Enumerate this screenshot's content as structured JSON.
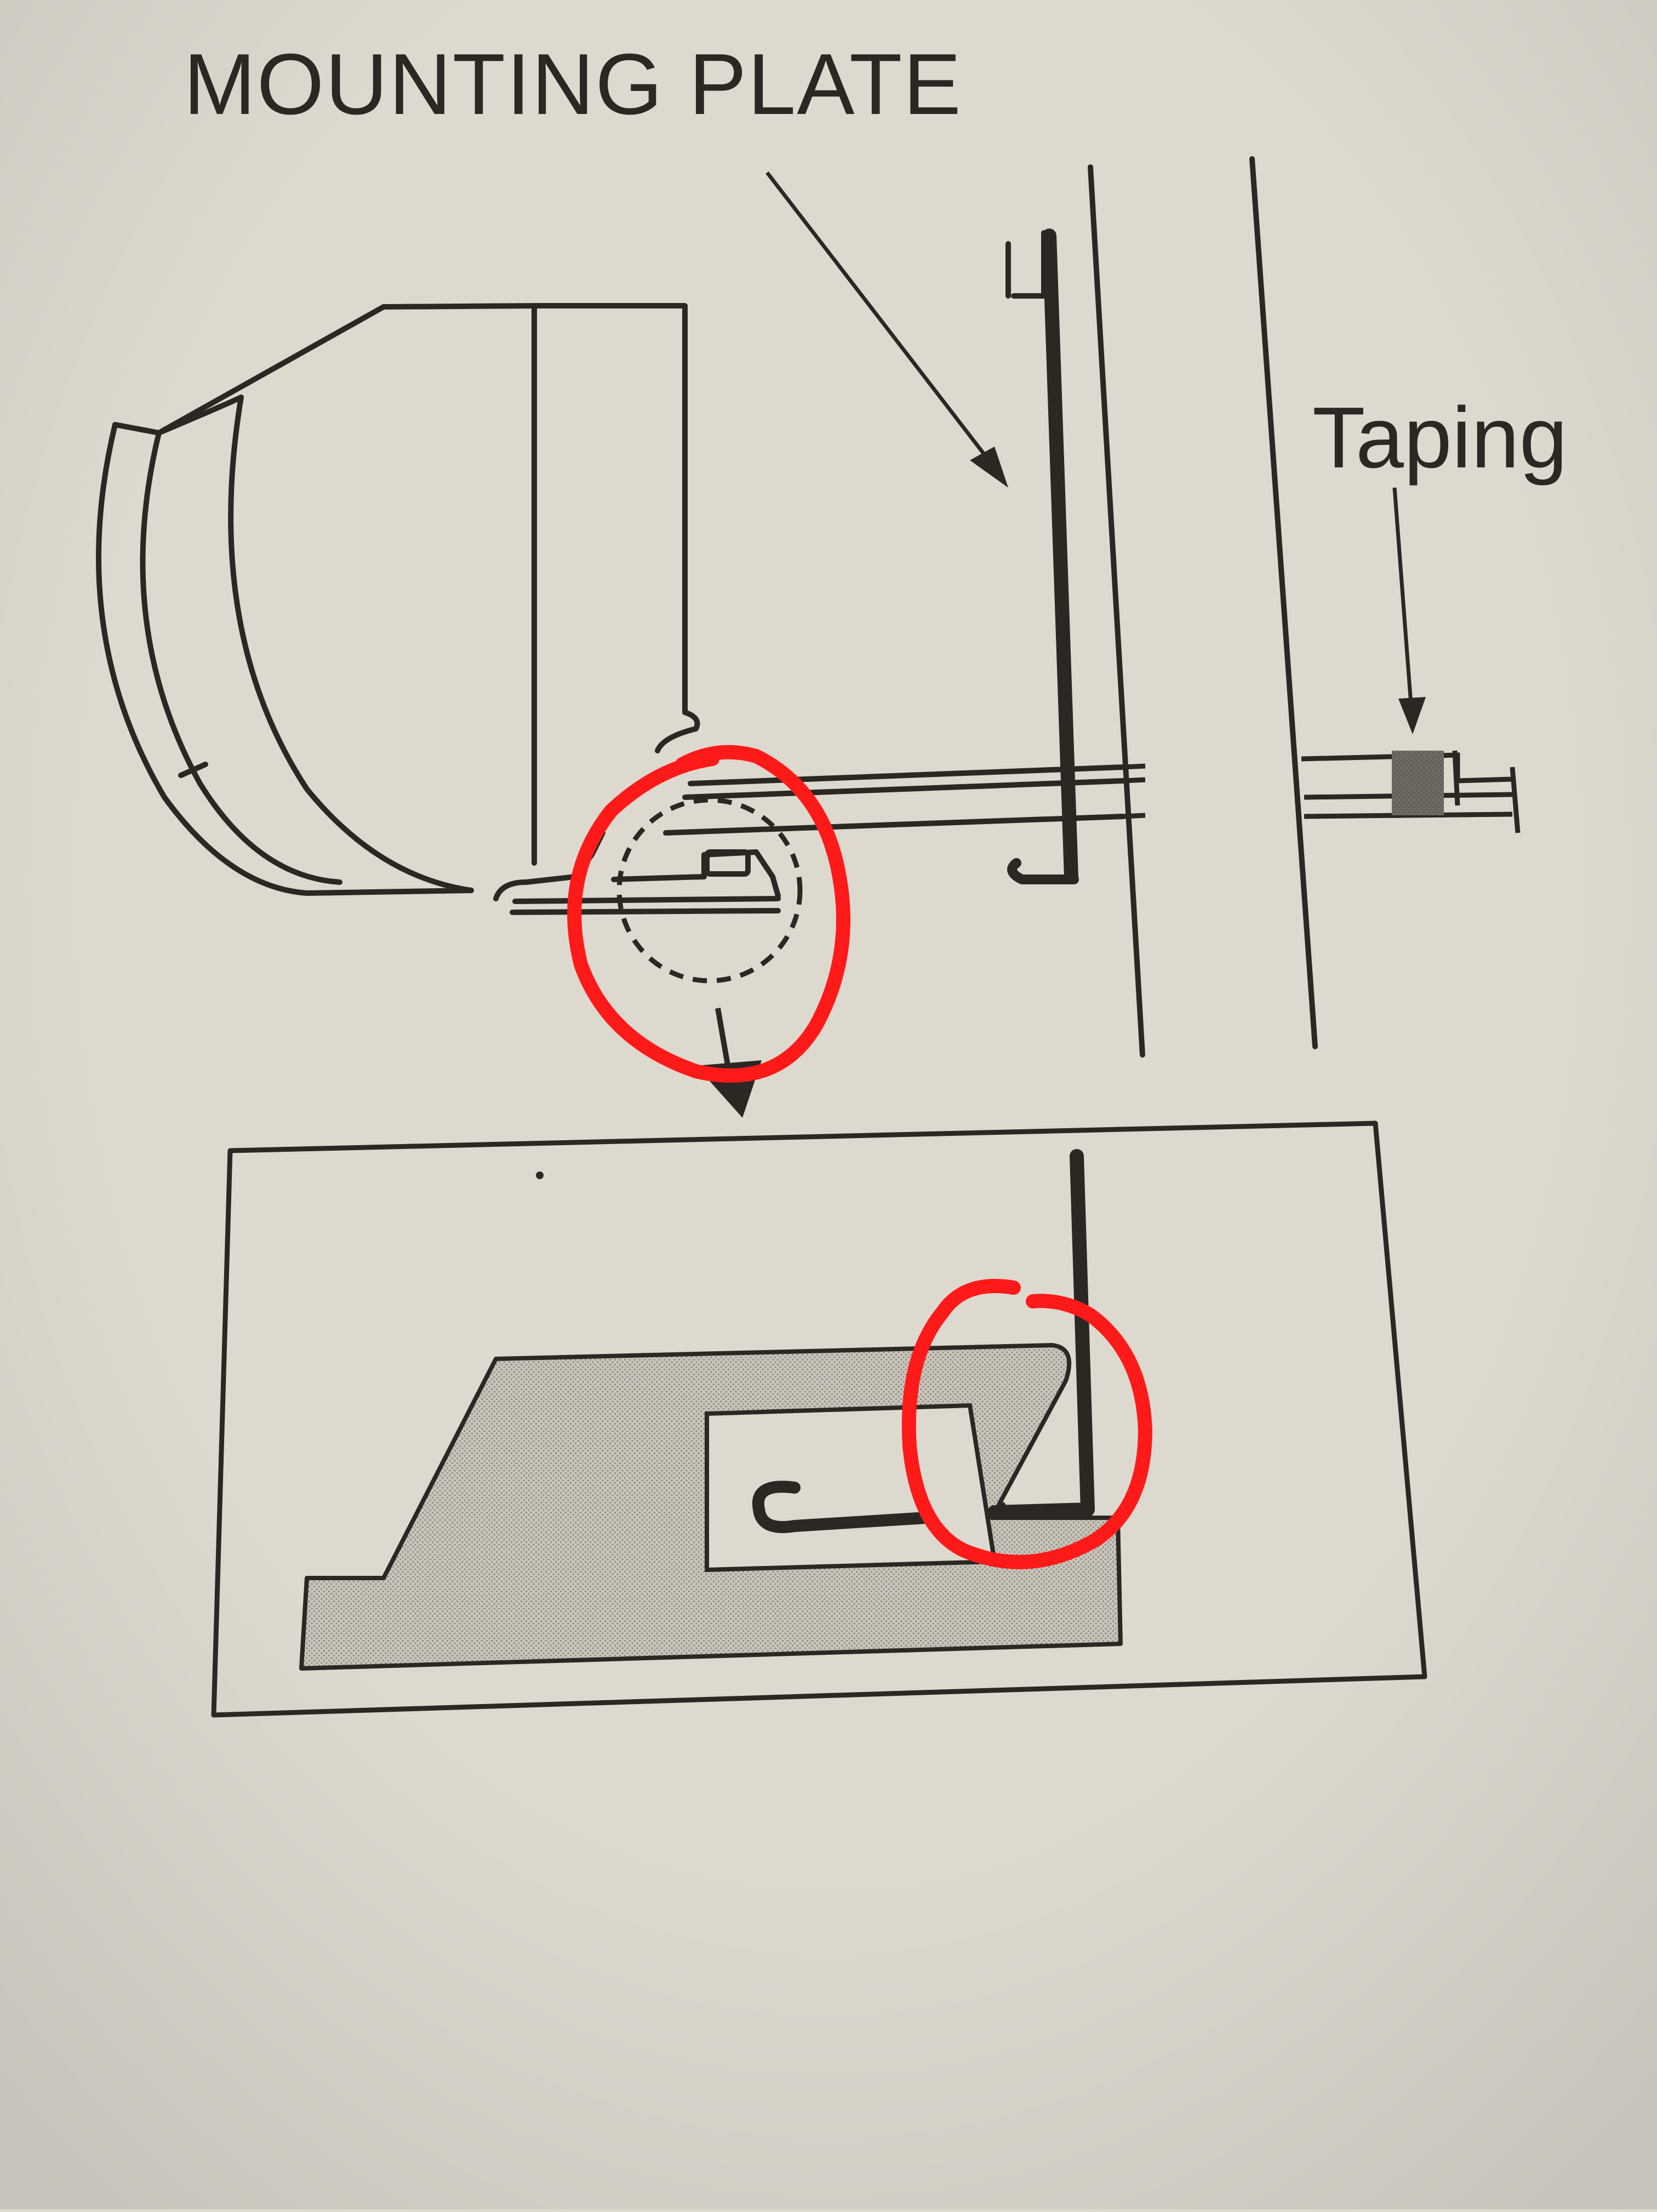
{
  "labels": {
    "mounting_plate": "MOUNTING PLATE",
    "taping": "Taping"
  },
  "colors": {
    "paper": "#ddd9cf",
    "ink": "#2b2723",
    "shade": "#b9b4ab",
    "highlight": "#ff1a1a"
  },
  "annotations": {
    "highlight_marks": 2,
    "highlight_shape": "hand-drawn circle"
  }
}
